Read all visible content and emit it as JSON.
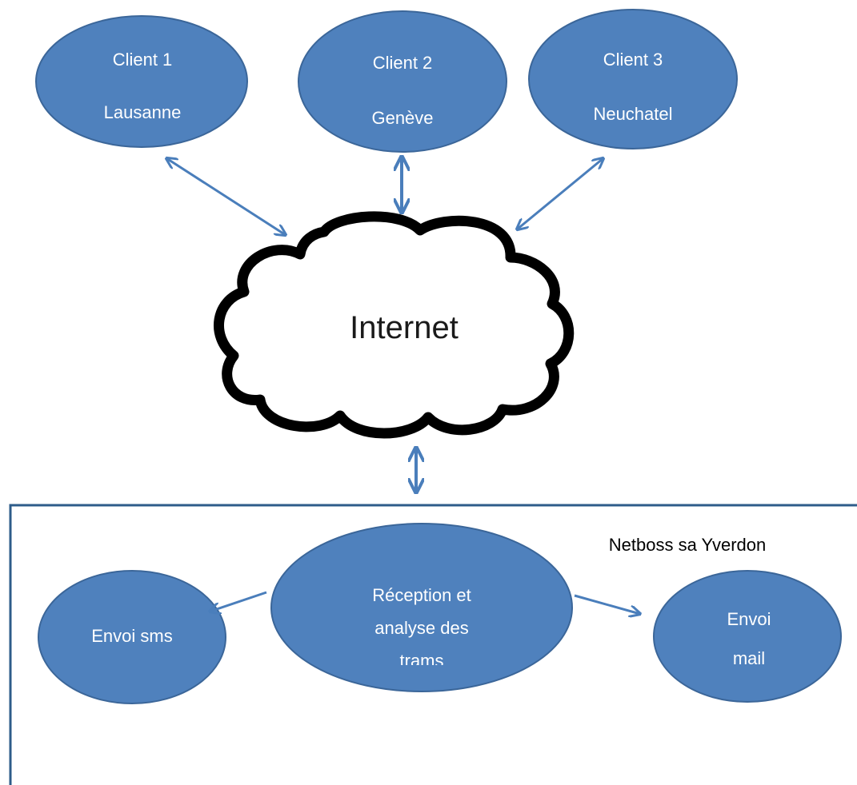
{
  "colors": {
    "node_fill": "#4f81bd",
    "node_stroke": "#3b6699",
    "arrow": "#4a7ebb",
    "box_border": "#2e5c8a",
    "cloud_stroke": "#000000"
  },
  "clients": [
    {
      "name": "Client 1",
      "city": "Lausanne"
    },
    {
      "name": "Client 2",
      "city": "Genève"
    },
    {
      "name": "Client 3",
      "city": "Neuchatel"
    }
  ],
  "internet": {
    "label": "Internet"
  },
  "server": {
    "title": "Netboss sa Yverdon",
    "center": {
      "line1": "Réception et",
      "line2": "analyse des",
      "line3": "trams"
    },
    "sms": {
      "label": "Envoi sms"
    },
    "mail": {
      "line1": "Envoi",
      "line2": "mail"
    }
  }
}
